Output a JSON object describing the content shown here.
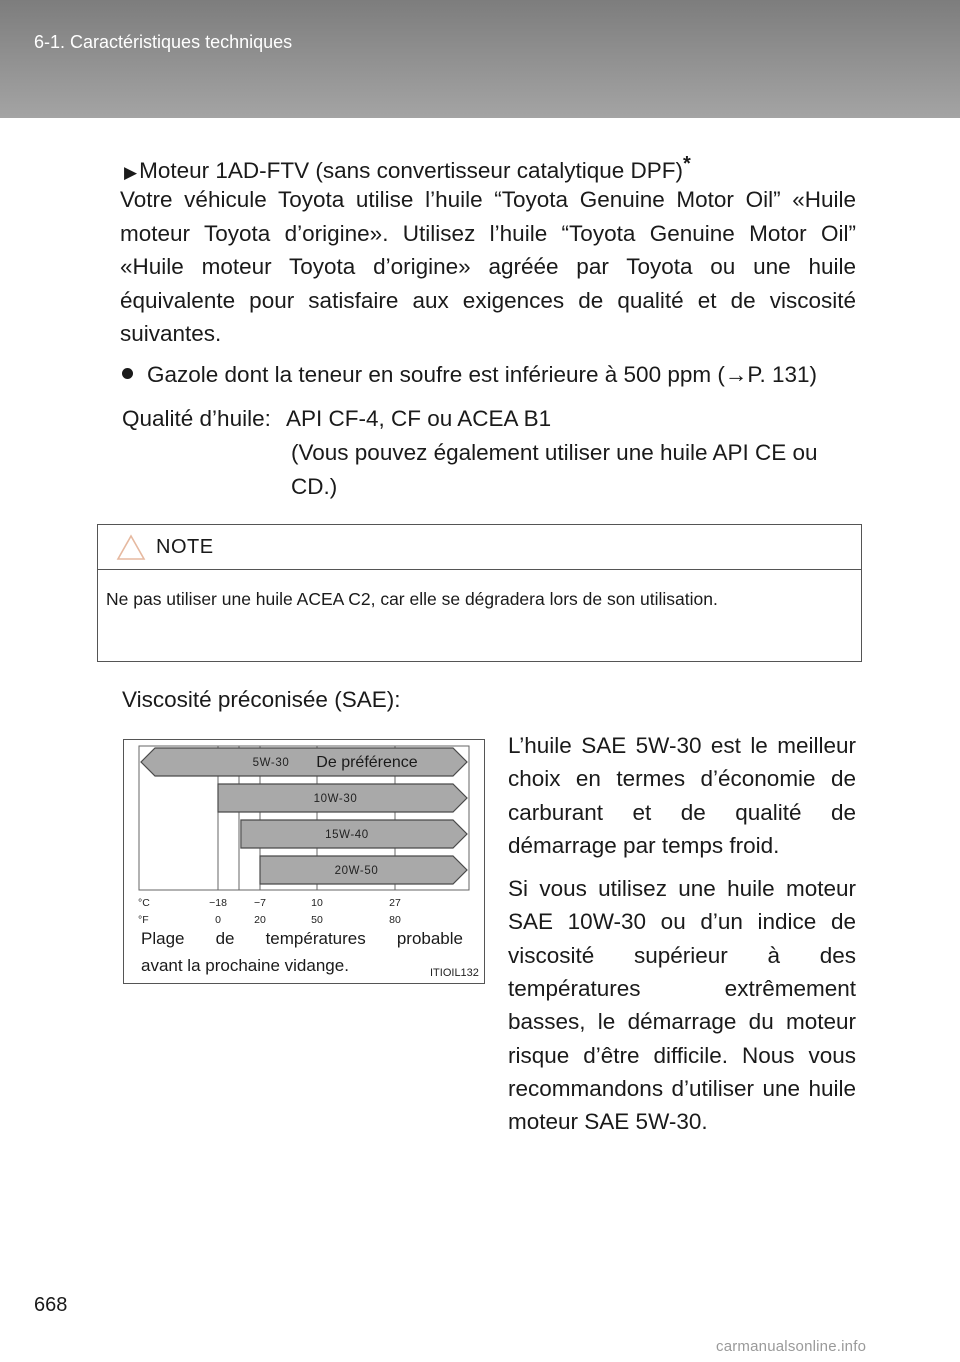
{
  "header": {
    "section": "6-1. Caractéristiques techniques"
  },
  "content": {
    "subheading": "Moteur 1AD-FTV (sans convertisseur catalytique DPF)",
    "subheading_mark": "*",
    "paragraph": "Votre véhicule Toyota utilise l’huile “Toyota Genuine Motor Oil” «Huile moteur Toyota d’origine». Utilisez l’huile  “Toyota Genuine Motor Oil” «Huile moteur Toyota d’origine» agréée par Toyota ou une huile équivalente pour satisfaire aux exigences de qualité et de viscosité suivantes.",
    "bullet": "Gazole dont la teneur en soufre est inférieure à 500 ppm (→P. 131)",
    "oil_quality_label": "Qualité d’huile:",
    "oil_quality_value": "API CF-4, CF ou ACEA B1",
    "oil_quality_note": "(Vous pouvez également utiliser une huile API CE ou CD.)"
  },
  "note": {
    "title": "NOTE",
    "text": "Ne pas utiliser une huile ACEA C2, car elle se dégradera lors de son utilisation."
  },
  "viscosity": {
    "title": "Viscosité préconisée (SAE):",
    "caption_line1": "Plage de températures probable",
    "caption_line2": "avant la prochaine vidange.",
    "figure_code": "ITIOIL132",
    "side_paragraph1": "L’huile SAE 5W-30 est le meilleur choix en termes d’économie de carburant et de qualité de démarrage par temps froid.",
    "side_paragraph2": "Si vous utilisez une huile moteur SAE 10W-30 ou d’un indice de viscosité supérieur à des températures extrêmement basses, le démarrage du moteur risque d’être difficile. Nous vous recommandons d’utiliser une huile moteur SAE 5W-30."
  },
  "chart_data": {
    "type": "bar",
    "subtype": "range",
    "axis_c_label": "°C",
    "axis_f_label": "°F",
    "ticks_c": [
      "−18",
      "−7",
      "10",
      "27"
    ],
    "ticks_f": [
      "0",
      "20",
      "50",
      "80"
    ],
    "tick_values_c": [
      -18,
      -7,
      10,
      27
    ],
    "series": [
      {
        "name": "5W-30",
        "from_c": null,
        "to_c": null,
        "open_low": true,
        "open_high": true,
        "annotation": "De préférence"
      },
      {
        "name": "10W-30",
        "from_c": -18,
        "to_c": null,
        "open_low": false,
        "open_high": true,
        "annotation": ""
      },
      {
        "name": "15W-40",
        "from_c": -12,
        "to_c": null,
        "open_low": false,
        "open_high": true,
        "annotation": ""
      },
      {
        "name": "20W-50",
        "from_c": -7,
        "to_c": null,
        "open_low": false,
        "open_high": true,
        "annotation": ""
      }
    ],
    "colors": {
      "arrow_fill": "#a9a9a9",
      "arrow_stroke": "#4a4a4a",
      "grid": "#666666"
    }
  },
  "footer": {
    "page_number": "668",
    "watermark": "carmanualsonline.info"
  }
}
